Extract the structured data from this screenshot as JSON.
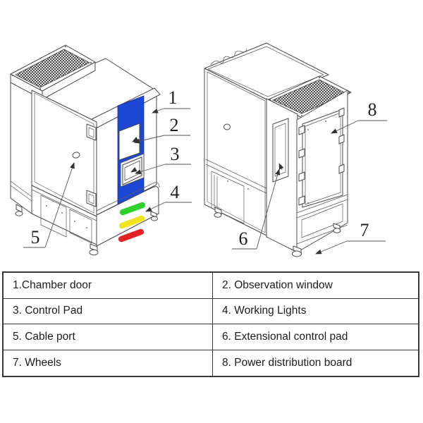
{
  "diagram": {
    "callout_numbers": [
      "1",
      "2",
      "3",
      "4",
      "5",
      "6",
      "7",
      "8"
    ],
    "colors": {
      "panel_blue": "#1b47d4",
      "light_green": "#2ed02e",
      "light_yellow": "#f0e41c",
      "light_red": "#e32222",
      "line": "#4a4a4a"
    }
  },
  "parts_table": {
    "rows": [
      [
        "1.Chamber door",
        "2. Observation window"
      ],
      [
        "3. Control Pad",
        "4. Working Lights"
      ],
      [
        "5. Cable port",
        "6. Extensional control pad"
      ],
      [
        "7. Wheels",
        "8. Power distribution board"
      ]
    ]
  }
}
